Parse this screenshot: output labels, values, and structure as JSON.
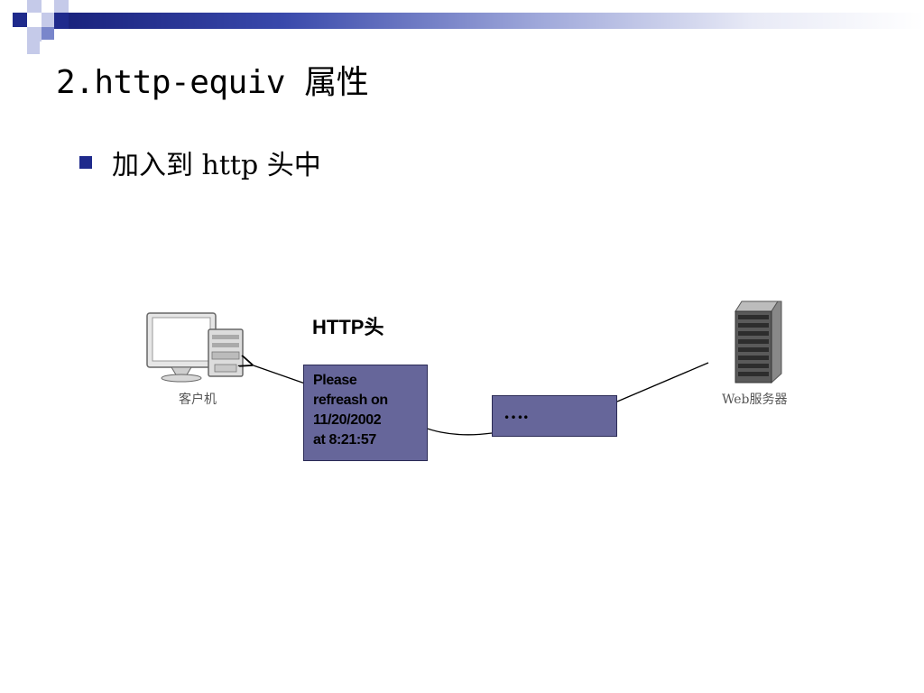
{
  "title": "2.http-equiv 属性",
  "bullet": "加入到 http 头中",
  "diagram": {
    "client_label": "客户机",
    "server_label": "Web服务器",
    "header_label": "HTTP头",
    "message_lines": [
      "Please",
      "refreash on",
      "11/20/2002",
      "at 8:21:57"
    ],
    "dots": "…."
  },
  "colors": {
    "accent": "#1f2a8c",
    "box_fill": "#66669a"
  },
  "icons": [
    "client-computer-icon",
    "web-server-icon",
    "bullet-square-icon"
  ]
}
